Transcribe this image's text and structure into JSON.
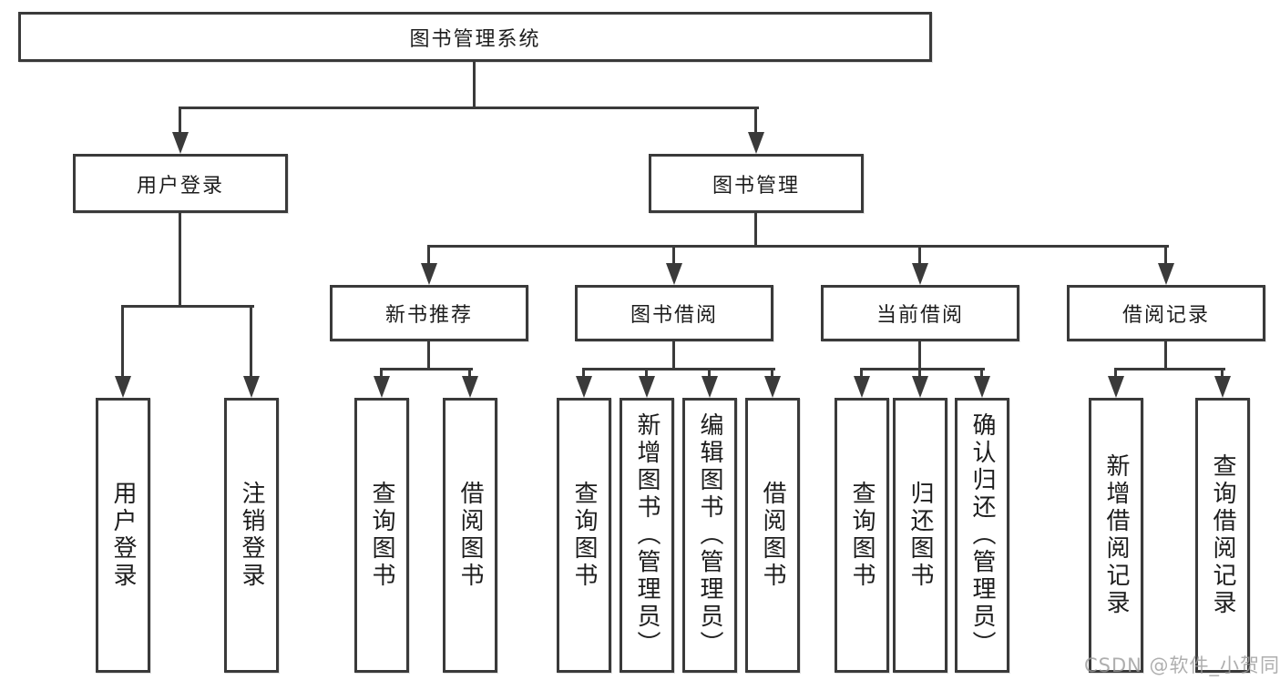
{
  "diagram": {
    "root": {
      "label": "图书管理系统"
    },
    "branches": [
      {
        "label": "用户登录",
        "children": [
          {
            "label": "用户登录"
          },
          {
            "label": "注销登录"
          }
        ]
      },
      {
        "label": "图书管理",
        "children": [
          {
            "label": "新书推荐",
            "children": [
              {
                "label": "查询图书"
              },
              {
                "label": "借阅图书"
              }
            ]
          },
          {
            "label": "图书借阅",
            "children": [
              {
                "label": "查询图书"
              },
              {
                "label": "新增图书（管理员）"
              },
              {
                "label": "编辑图书（管理员）"
              },
              {
                "label": "借阅图书"
              }
            ]
          },
          {
            "label": "当前借阅",
            "children": [
              {
                "label": "查询图书"
              },
              {
                "label": "归还图书"
              },
              {
                "label": "确认归还（管理员）"
              }
            ]
          },
          {
            "label": "借阅记录",
            "children": [
              {
                "label": "新增借阅记录"
              },
              {
                "label": "查询借阅记录"
              }
            ]
          }
        ]
      }
    ]
  },
  "watermark": {
    "text": "CSDN @软件_小贺同学"
  },
  "colors": {
    "line": "#3a3a3a",
    "box_border": "#3a3a3a",
    "text": "#1d1d1d",
    "background": "#ffffff",
    "watermark": "#9b9b9b"
  }
}
